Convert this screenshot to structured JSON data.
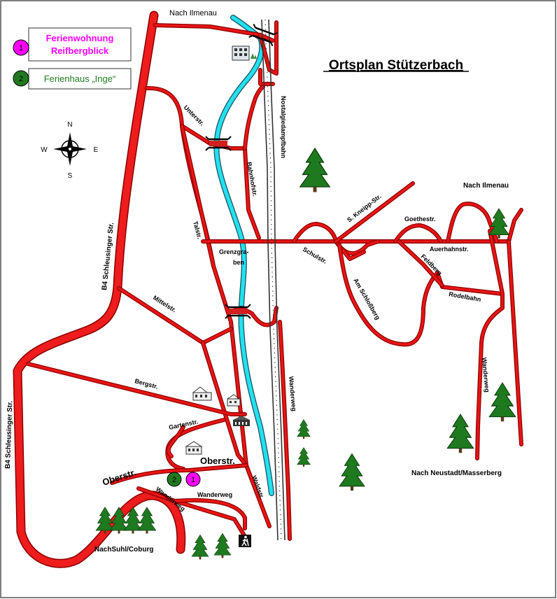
{
  "title": "Ortsplan Stützerbach",
  "legend": [
    {
      "number": "1",
      "name": "Ferienwohnung Reifbergblick",
      "line1": "Ferienwohnung",
      "line2": "Reifbergblick",
      "color": "#ff00ff"
    },
    {
      "number": "2",
      "name": "Ferienhaus „Inge“",
      "color": "#1f7a1f"
    }
  ],
  "compass": {
    "n": "N",
    "e": "E",
    "s": "S",
    "w": "W"
  },
  "labels": {
    "nach_ilmenau_top": "Nach Ilmenau",
    "nach_ilmenau_right": "Nach Ilmenau",
    "nach_neustadt": "Nach Neustadt/Masserberg",
    "nach_suhl": "NachSuhl/Coburg",
    "b4_upper": "B4 Schleusinger Str.",
    "b4_lower": "B4 Schleusinger Str.",
    "unterstr": "Unterstr.",
    "bahnhofstr": "Bahnhofstr.",
    "nostalgiedampfbahn": "Nostalgiedampfbahn",
    "talstr": "Talstr.",
    "grenzgraben_1": "Grenzgra-",
    "grenzgraben_2": "ben",
    "mittelstr": "Mittelstr.",
    "bergstr": "Bergstr.",
    "gartenstr": "Gartenstr.",
    "oberstr_left": "Oberstr.",
    "oberstr_right": "Oberstr.",
    "wanderweg_left": "Wanderweg",
    "wanderweg_center": "Wanderweg",
    "waldstr": "Waldstr.",
    "wanderweg_rail": "Wanderweg",
    "s_kneipp_str": "S. Kneipp-Str.",
    "goethestr": "Goethestr.",
    "auerhahnstr": "Auerhahnstr.",
    "schulstr": "Schulstr.",
    "feldberg": "Feldberg",
    "rodelbahn": "Rodelbahn",
    "am_schlossberg": "Am Schloßberg",
    "wanderweg_right": "Wanderweg"
  },
  "colors": {
    "road": "#e81414",
    "road_outline": "#8a0000",
    "river": "#22e0f0",
    "marker_1": "#ff00ff",
    "marker_2": "#1f7a1f",
    "tree": "#1f7a1f"
  },
  "icons": [
    "compass-rose-icon",
    "tree-icon",
    "bridge-icon",
    "building-icon",
    "hiker-icon"
  ]
}
